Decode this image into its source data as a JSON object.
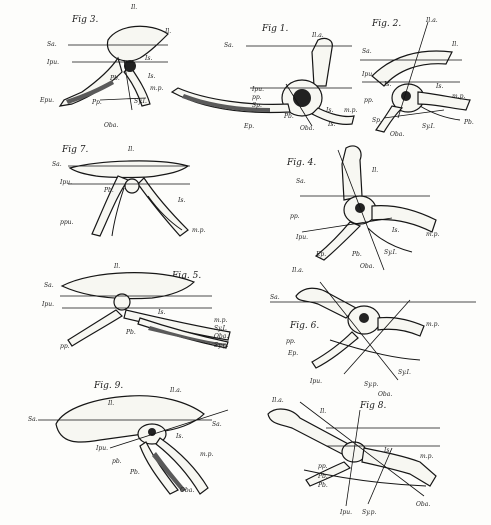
{
  "figures": [
    {
      "title": "Fig 3.",
      "labels": [
        "Il.",
        "Il.",
        "Sa.",
        "Ipu.",
        "Is.",
        "Is.",
        "Pb.",
        "m.p.",
        "Epu.",
        "Sy.I.",
        "Pp.",
        "Oba."
      ]
    },
    {
      "title": "Fig 1.",
      "labels": [
        "Il.a.",
        "Sa.",
        "Ipu.",
        "pp.",
        "Sp.",
        "Ep.",
        "Pb.",
        "Is.",
        "Is.",
        "Oba.",
        "m.p."
      ]
    },
    {
      "title": "Fig. 2.",
      "labels": [
        "Il.a.",
        "Il.",
        "Sa.",
        "Ipu.",
        "Is.",
        "Is.",
        "pp.",
        "Sp.",
        "m.p.",
        "Sy.I.",
        "Oba.",
        "Pb."
      ]
    },
    {
      "title": "Fig 7.",
      "labels": [
        "Il.",
        "Sa.",
        "Ipu.",
        "Pb.",
        "ppu.",
        "Is.",
        "m.p."
      ]
    },
    {
      "title": "Fig. 4.",
      "labels": [
        "Il.",
        "Sa.",
        "pp.",
        "Ipu.",
        "Is.",
        "Ep.",
        "Sy.I.",
        "Pb.",
        "Oba.",
        "m.p."
      ]
    },
    {
      "title": "Fig. 5.",
      "labels": [
        "Il.",
        "Sa.",
        "Ipu.",
        "Is.",
        "Pb.",
        "pp.",
        "m.p.",
        "Sy.I.",
        "Oba.",
        "Sy.p."
      ]
    },
    {
      "title": "Fig. 6.",
      "labels": [
        "Il.a.",
        "Sa.",
        "pp.",
        "Ep.",
        "Ipu.",
        "Sy.p.",
        "Sy.I.",
        "Oba.",
        "m.p."
      ]
    },
    {
      "title": "Fig. 9.",
      "labels": [
        "Il.",
        "Il.a.",
        "Sa.",
        "Sa.",
        "Ipu.",
        "Is.",
        "pb.",
        "Pb.",
        "m.p.",
        "Oba."
      ]
    },
    {
      "title": "Fig 8.",
      "labels": [
        "Il.a.",
        "Il.",
        "Is.",
        "m.p.",
        "pp.",
        "Pb.",
        "Pb.",
        "Ipu.",
        "Sy.p.",
        "Oba."
      ]
    }
  ],
  "colors": {
    "ink": "#161616",
    "paper": "#fdfdfb"
  }
}
